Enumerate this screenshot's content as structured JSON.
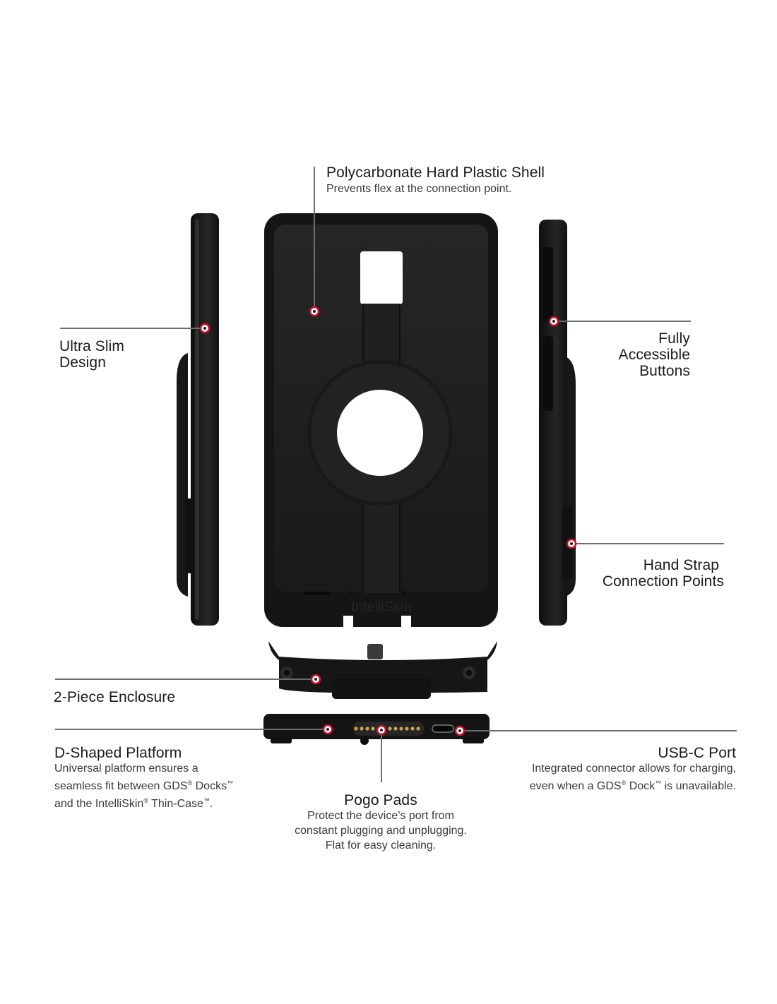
{
  "callouts": {
    "shell": {
      "title": "Polycarbonate Hard Plastic Shell",
      "description": "Prevents flex at the connection point."
    },
    "slim": {
      "title_line1": "Ultra Slim",
      "title_line2": "Design"
    },
    "buttons": {
      "title_line1": "Fully",
      "title_line2": "Accessible",
      "title_line3": "Buttons"
    },
    "strap": {
      "title_line1": "Hand Strap",
      "title_line2": "Connection Points"
    },
    "enclosure": {
      "title": "2-Piece Enclosure"
    },
    "platform": {
      "title": "D-Shaped Platform",
      "desc_line1": "Universal platform ensures a",
      "desc_line2_a": "seamless fit between GDS",
      "desc_line2_b": " Docks",
      "desc_line3_a": "and the IntelliSkin",
      "desc_line3_b": " Thin-Case",
      "desc_line3_c": "."
    },
    "usbc": {
      "title": "USB-C Port",
      "desc_line1": "Integrated connector allows for charging,",
      "desc_line2_a": "even when a GDS",
      "desc_line2_b": " Dock",
      "desc_line2_c": " is unavailable."
    },
    "pogo": {
      "title": "Pogo Pads",
      "desc_line1": "Protect the device’s port from",
      "desc_line2": "constant plugging and unplugging.",
      "desc_line3": "Flat for easy cleaning."
    }
  },
  "marks": {
    "registered": "®",
    "trademark": "™"
  },
  "case_brand": "IntelliSkin",
  "colors": {
    "case": "#1c1c1c",
    "case_inner": "#262626",
    "leader_line": "#6d6d6d",
    "marker": "#c8102e",
    "text": "#1b1b1b"
  }
}
